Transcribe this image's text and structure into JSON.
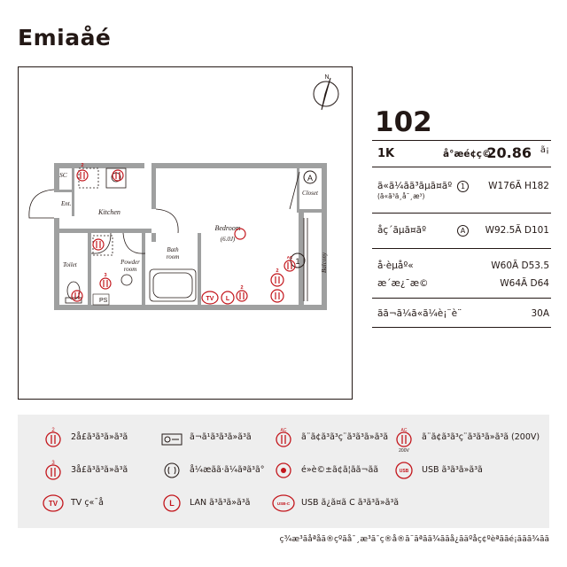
{
  "property_name": "Emiaåé",
  "room_number": "102",
  "layout_type": "1K",
  "area_label": "å°æé¢ç©",
  "area_value": "20.86",
  "area_unit": "ã¡",
  "curtain": {
    "label": "ã«ã¼ãã³ãµã¤ãº",
    "sub": "(ã«ã³ä¸å¯¸æ³)",
    "marker": "1",
    "value": "W176Ã H182"
  },
  "storage": {
    "label": "åç´ãµã¤ãº",
    "marker": "A",
    "value": "W92.5Ã D101"
  },
  "fridge": {
    "label": "å·èµåº«",
    "value": "W60Ã D53.5"
  },
  "washer": {
    "label": "æ´æ¿¯æ©",
    "value": "W64Ã D64"
  },
  "breaker": {
    "label": "ãã¬ã¼ã«ã¼è¡¨è¨",
    "value": "30A"
  },
  "plan": {
    "compass": "N",
    "sc": "SC",
    "ent": "Ent.",
    "kitchen": "Kitchen",
    "bedroom": "Bedroom",
    "bedroom_size": "(6.0J)",
    "closet": "Closet",
    "balcony": "Balcony",
    "toilet": "Toilet",
    "powder_line1": "Powder",
    "powder_line2": "room",
    "bath_line1": "Bath",
    "bath_line2": "room",
    "ps": "PS",
    "marker_a": "A",
    "marker_1": "1",
    "tv": "TV",
    "lan": "L",
    "num2": "2",
    "num3": "3",
    "ac": "AC"
  },
  "legend": {
    "outlet2": "2å£ã³ã³ã»ã³ã",
    "gas": "ã¬ã¹ã³ã³ã»ã³ã",
    "ac_outlet": "ã¨ã¢ã³ã³ç¨ã³ã³ã»ã³ã",
    "ac_outlet_200": "ã¨ã¢ã³ã³ç¨ã³ã³ã»ã³ã (200V)",
    "outlet3": "3å£ã³ã³ã»ã³ã",
    "ceiling": "å¼æãã·ã¼ãªã³ã°",
    "phone": "é»è©±ã¢ã¦ãã¬ãã",
    "usb": "USB ã³ã³ã»ã³ã",
    "tv": "TV ç«¯å­",
    "lan": "LAN ã³ã³ã»ã³ã",
    "usbc": "USB ã¿ã¤ã C ã³ã³ã»ã³ã",
    "icon_2": "2",
    "icon_3": "3",
    "icon_ac": "AC",
    "icon_200v": "200V",
    "icon_tv": "TV",
    "icon_l": "L",
    "icon_usb": "USB",
    "icon_usbc": "USB-C"
  },
  "disclaimer": "ç¾æ³ãåªåã®çºãå¯¸æ³ã¯ç®å®ã¨ãªãã¾ããå¿ãäºåç¢ºèªããé¡ããã¾ãã",
  "colors": {
    "accent": "#c3161c",
    "ink": "#231815",
    "wall": "#9fa0a0",
    "legend_bg": "#eeeeee"
  }
}
